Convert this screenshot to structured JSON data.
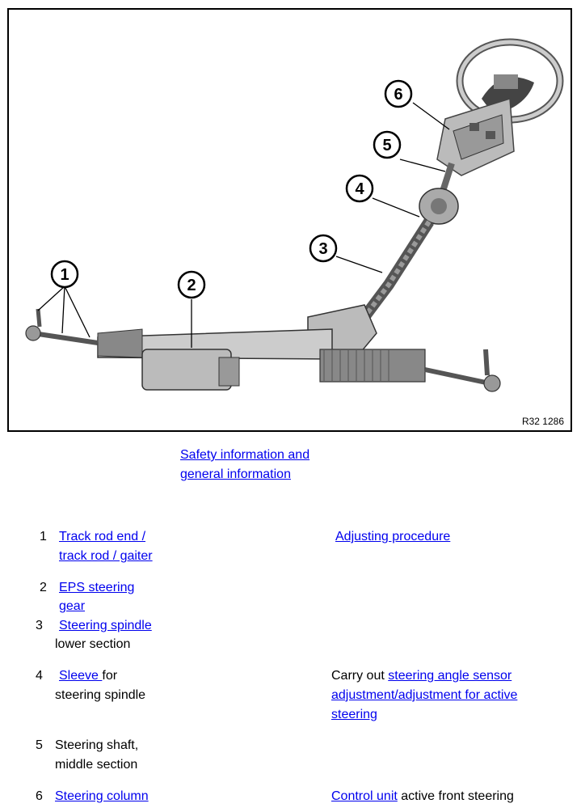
{
  "figure": {
    "reference": "R32 1286",
    "callouts": [
      "1",
      "2",
      "3",
      "4",
      "5",
      "6"
    ]
  },
  "safety_link": {
    "line1": "Safety information and",
    "line2": "general information"
  },
  "items": [
    {
      "number": "1",
      "link_line1": "Track rod end /",
      "link_line2": "track rod / gaiter",
      "action_link": "Adjusting procedure"
    },
    {
      "number": "2",
      "link_line1": "EPS steering",
      "link_line2": "gear"
    },
    {
      "number": "3",
      "link_line1": "Steering spindle",
      "text_line2": "lower section"
    },
    {
      "number": "4",
      "link_line1": "Sleeve ",
      "text_line1": "for",
      "text_line2": "steering spindle",
      "action_prefix": "Carry out ",
      "action_link1": "steering angle sensor",
      "action_link2": "adjustment/adjustment for active",
      "action_link3": "steering"
    },
    {
      "number": "5",
      "text_line1": "Steering shaft,",
      "text_line2": "middle section"
    },
    {
      "number": "6",
      "link_line1": "Steering column",
      "action_link": "Control unit",
      "action_suffix": " active front steering"
    }
  ],
  "colors": {
    "link": "#0000ee",
    "text": "#000000"
  }
}
